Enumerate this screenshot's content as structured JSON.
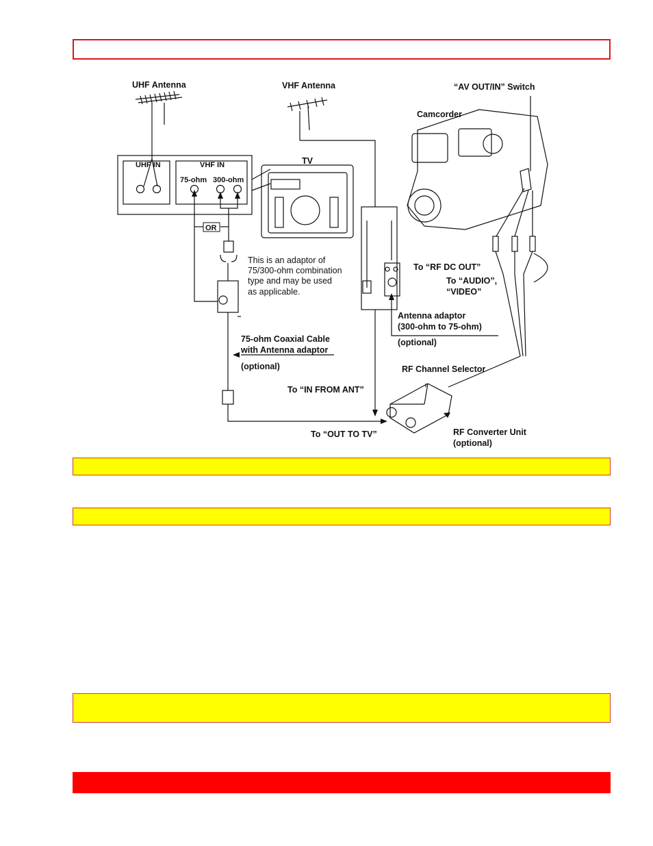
{
  "diagram": {
    "labels": {
      "uhf_antenna": "UHF Antenna",
      "vhf_antenna": "VHF Antenna",
      "av_switch": "“AV OUT/IN” Switch",
      "camcorder": "Camcorder",
      "tv": "TV",
      "uhf_in": "UHF IN",
      "vhf_in": "VHF IN",
      "ohm75": "75-ohm",
      "ohm300": "300-ohm",
      "or": "OR",
      "adaptor_note": [
        "This is an adaptor of",
        "75/300-ohm combination",
        "type and may be used",
        "as applicable."
      ],
      "rf_dc_out": "To “RF DC OUT”",
      "audio_video": [
        "To “AUDIO”,",
        "“VIDEO”"
      ],
      "antenna_adaptor": [
        "Antenna adaptor",
        "(300-ohm to 75-ohm)",
        "(optional)"
      ],
      "coax_cable": [
        "75-ohm Coaxial Cable",
        "with Antenna adaptor",
        "(optional)"
      ],
      "rf_channel_selector": "RF Channel Selector",
      "in_from_ant": "To  “IN FROM ANT”",
      "out_to_tv": "To “OUT TO TV”",
      "rf_converter": [
        "RF Converter Unit",
        "(optional)"
      ]
    }
  },
  "colors": {
    "outline_border": "#d41a1a",
    "highlight": "#ffff00",
    "banner": "#ff0000"
  }
}
